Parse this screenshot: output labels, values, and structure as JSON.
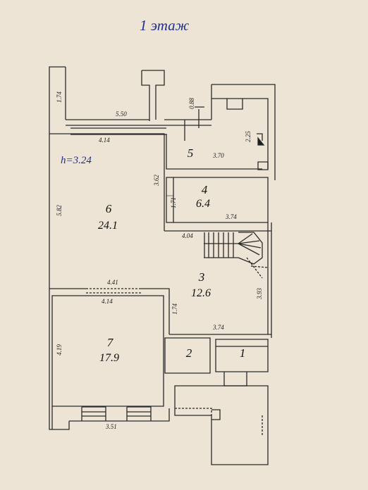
{
  "plan": {
    "title": "1 этаж",
    "height_label": "h=3.24",
    "rooms": [
      {
        "number": "1",
        "area": ""
      },
      {
        "number": "2",
        "area": ""
      },
      {
        "number": "3",
        "area": "12.6"
      },
      {
        "number": "4",
        "area": "6.4"
      },
      {
        "number": "5",
        "area": ""
      },
      {
        "number": "6",
        "area": "24.1"
      },
      {
        "number": "7",
        "area": "17.9"
      }
    ],
    "dimensions": {
      "d174_top": "1.74",
      "d550": "5.50",
      "d088": "0.88",
      "d225": "2.25",
      "d414_top": "4.14",
      "d370": "3.70",
      "d362": "3.62",
      "d171": "1.71",
      "d374_mid": "3.74",
      "d582": "5.82",
      "d404": "4.04",
      "d441": "4.41",
      "d414_mid": "4.14",
      "d393": "3.93",
      "d174_mid": "1.74",
      "d374_low": "3.74",
      "d419": "4.19",
      "d351": "3.51"
    }
  }
}
